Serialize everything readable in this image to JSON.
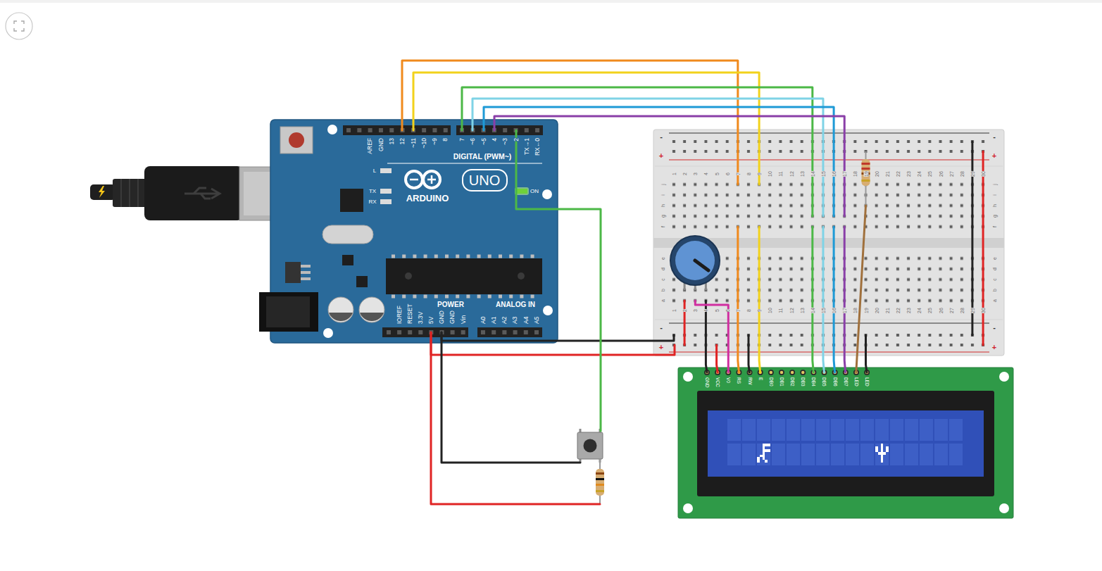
{
  "diagram": {
    "nodes": [
      {
        "text": [
          "AREF",
          "GND",
          "13",
          "12",
          "~11",
          "~10",
          "~9",
          "8",
          "7",
          "~6",
          "~5",
          "4",
          "~3",
          "2",
          "TX→1",
          "RX←0",
          "DIGITAL (PWM~)",
          "L",
          "TX",
          "RX",
          "ON",
          "ARDUINO",
          "IOREF",
          "RESET",
          "3.3V",
          "5V",
          "GND",
          "GND",
          "Vin",
          "POWER",
          "ANALOG IN",
          "A0",
          "A1",
          "A2",
          "A3",
          "A4",
          "A5"
        ]
      },
      {
        "text": [
          "UNO"
        ],
        "in": 0
      },
      {
        "text": [
          "GND",
          "VCC",
          "V0",
          "RS",
          "RW",
          "E",
          "DB0",
          "DB1",
          "DB2",
          "DB3",
          "DB4",
          "DB5",
          "DB6",
          "DB7",
          "LED",
          "LED"
        ]
      }
    ],
    "edges": [
      {
        "from": 0,
        "to": 2,
        "arrow": "none"
      },
      {
        "from": 0,
        "to": 2,
        "arrow": "none"
      },
      {
        "from": 0,
        "to": 2,
        "arrow": "none"
      },
      {
        "from": 0,
        "to": 2,
        "arrow": "none"
      },
      {
        "from": 0,
        "to": 2,
        "arrow": "none"
      },
      {
        "from": 0,
        "to": 2,
        "arrow": "none"
      }
    ],
    "labels": [
      "-",
      "-",
      "+",
      "+",
      "1",
      "2",
      "3",
      "4",
      "5",
      "6",
      "7",
      "8",
      "9",
      "10",
      "11",
      "12",
      "13",
      "14",
      "15",
      "16",
      "17",
      "18",
      "19",
      "20",
      "21",
      "22",
      "23",
      "24",
      "25",
      "26",
      "27",
      "28",
      "29",
      "30",
      "j",
      "j",
      "i",
      "i",
      "h",
      "h",
      "g",
      "g",
      "f",
      "f",
      "e",
      "e",
      "d",
      "d",
      "c",
      "c",
      "b",
      "b",
      "a",
      "a",
      "1",
      "2",
      "3",
      "4",
      "5",
      "6",
      "7",
      "8",
      "9",
      "10",
      "11",
      "12",
      "13",
      "14",
      "15",
      "16",
      "17",
      "18",
      "19",
      "20",
      "21",
      "22",
      "23",
      "24",
      "25",
      "26",
      "27",
      "28",
      "29",
      "30",
      "-",
      "-",
      "+",
      "+"
    ]
  }
}
